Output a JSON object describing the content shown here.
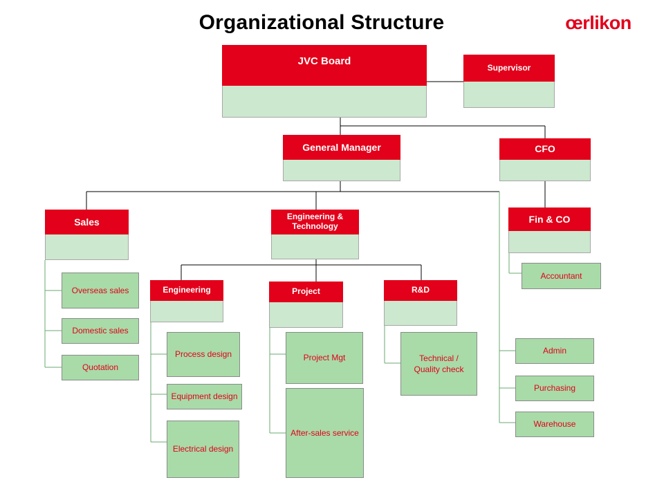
{
  "title": "Organizational Structure",
  "logo": "œrlikon",
  "colors": {
    "unit_header": "#e2001a",
    "unit_body": "#cce8cf",
    "function_box": "#a8dba8",
    "function_text": "#e2001a",
    "connector": "#000000"
  },
  "units": {
    "jvc_board": "JVC  Board",
    "supervisor": "Supervisor",
    "general_manager": "General Manager",
    "cfo": "CFO",
    "sales": "Sales",
    "eng_tech": "Engineering & Technology",
    "fin_co": "Fin & CO",
    "engineering": "Engineering",
    "project": "Project",
    "rnd": "R&D"
  },
  "functions": {
    "overseas_sales": "Overseas  sales",
    "domestic_sales": "Domestic sales",
    "quotation": "Quotation",
    "process_design": "Process design",
    "equipment_design": "Equipment design",
    "electrical_design": "Electrical design",
    "project_mgt": "Project Mgt",
    "after_sales": "After-sales service",
    "technical_quality": "Technical /\nQuality check",
    "accountant": "Accountant",
    "admin": "Admin",
    "purchasing": "Purchasing",
    "warehouse": "Warehouse"
  }
}
